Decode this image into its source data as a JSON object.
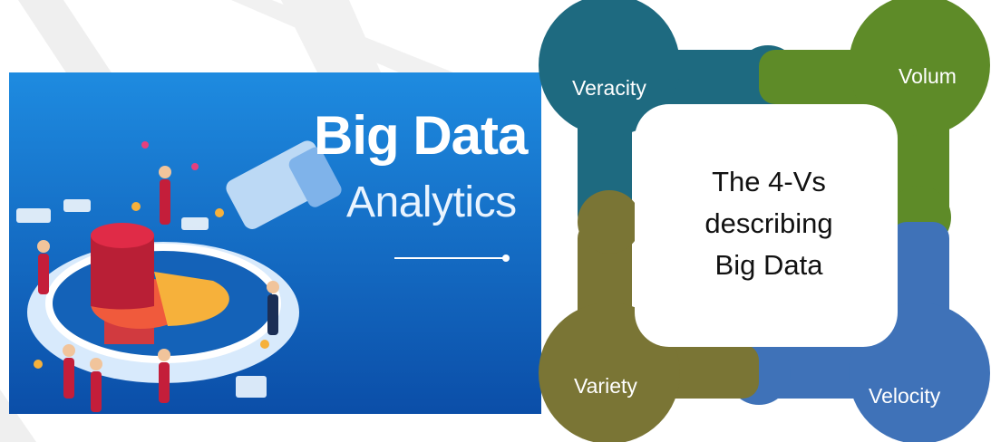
{
  "banner": {
    "title": "Big Data",
    "subtitle": "Analytics"
  },
  "diagram": {
    "center_lines": [
      "The 4-Vs",
      "describing",
      "Big Data"
    ],
    "items": [
      {
        "label": "Veracity",
        "color": "#1e6a80"
      },
      {
        "label": "Volum",
        "color": "#5e8b28"
      },
      {
        "label": "Velocity",
        "color": "#3f72b8"
      },
      {
        "label": "Variety",
        "color": "#7a7535"
      }
    ]
  },
  "colors": {
    "banner_bg_top": "#1c86d8",
    "banner_bg_bottom": "#0a4fa8",
    "watermark": "#ececec"
  }
}
